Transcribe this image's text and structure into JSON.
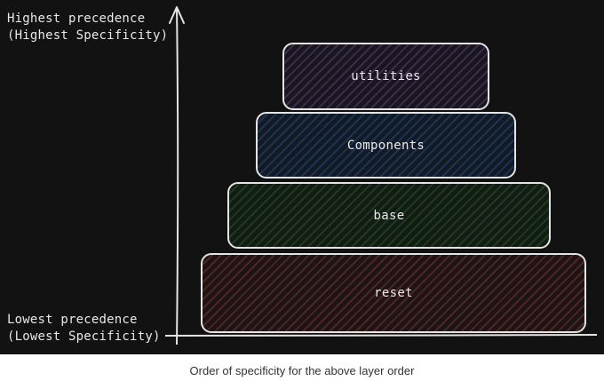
{
  "axis": {
    "top_line1": "Highest precedence",
    "top_line2": "(Highest Specificity)",
    "bottom_line1": "Lowest precedence",
    "bottom_line2": "(Lowest Specificity)"
  },
  "layers": [
    {
      "label": "utilities",
      "color": "#3a2d4a"
    },
    {
      "label": "Components",
      "color": "#1f3350"
    },
    {
      "label": "base",
      "color": "#1f3a22"
    },
    {
      "label": "reset",
      "color": "#4a2626"
    }
  ],
  "caption": "Order of specificity for the above layer order",
  "colors": {
    "background": "#121212",
    "stroke": "#e4e4e4"
  }
}
